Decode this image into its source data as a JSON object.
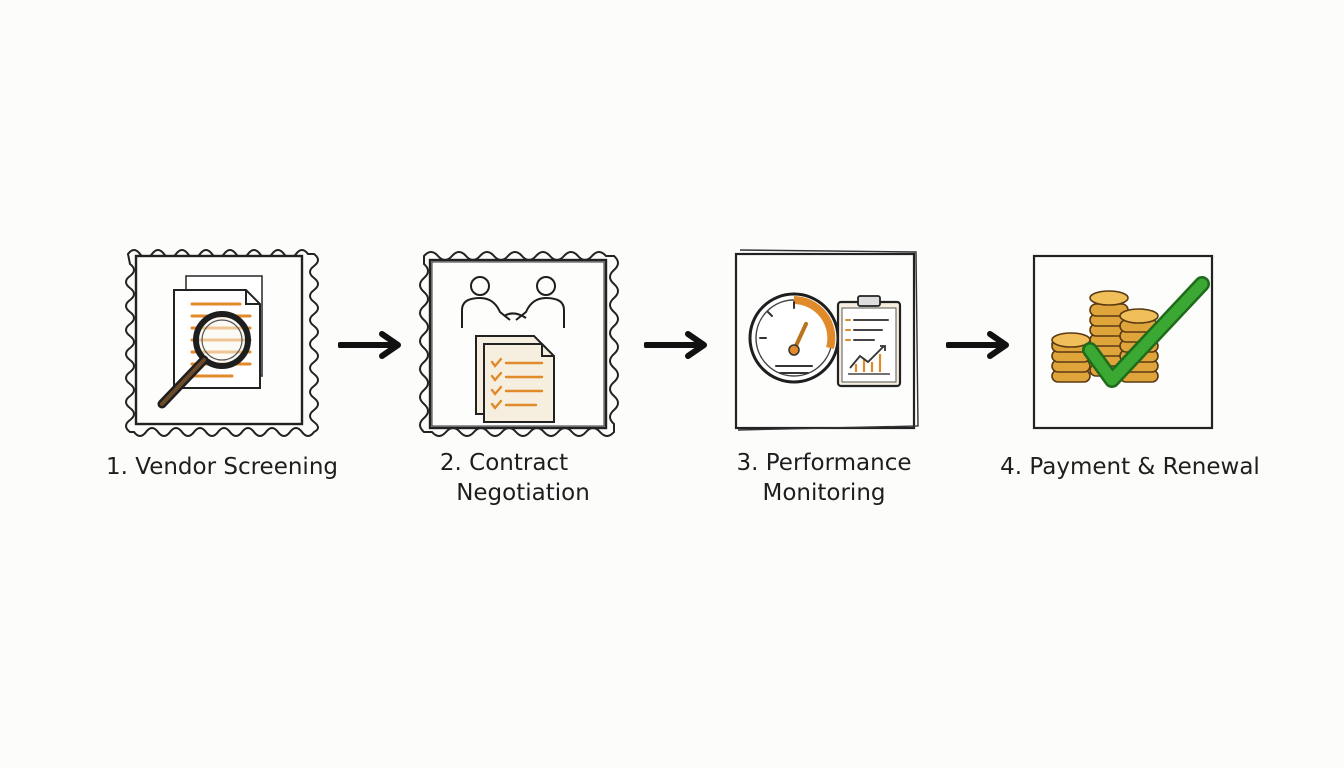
{
  "steps": [
    {
      "label_lines": [
        "1. Vendor Screening"
      ],
      "icon": "magnifier-document-icon"
    },
    {
      "label_lines": [
        "2. Contract",
        "Negotiation"
      ],
      "icon": "handshake-checklist-icon"
    },
    {
      "label_lines": [
        "3. Performance",
        "Monitoring"
      ],
      "icon": "gauge-clipboard-icon"
    },
    {
      "label_lines": [
        "4. Payment & Renewal"
      ],
      "icon": "coins-checkmark-icon"
    }
  ],
  "colors": {
    "ink": "#1e1e1e",
    "accent_orange": "#e08a2a",
    "paper": "#f6efdf",
    "coin": "#e0a53a",
    "check_green": "#3aa832"
  }
}
